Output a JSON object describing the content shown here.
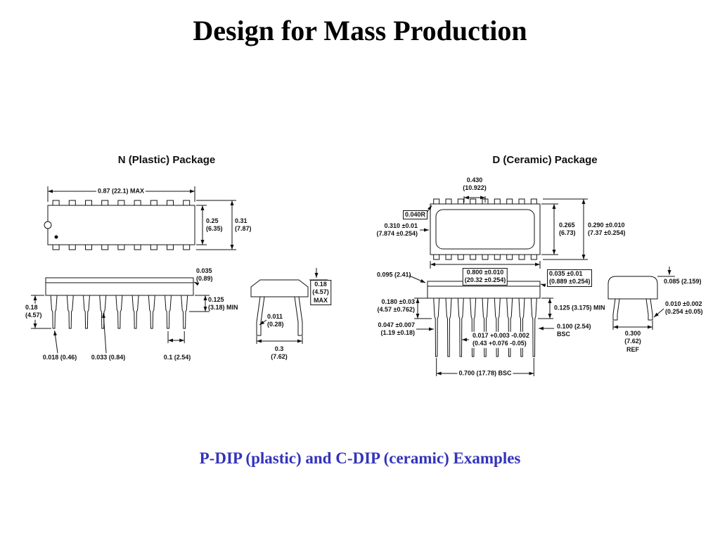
{
  "slide": {
    "title": "Design for Mass Production",
    "caption": "P-DIP (plastic) and C-DIP (ceramic) Examples",
    "caption_color": "#3333bb"
  },
  "diagram": {
    "n": {
      "heading": "N (Plastic) Package",
      "dim_top_width": "0.87 (22.1) MAX",
      "dim_body_height": "0.25\n(6.35)",
      "dim_overall_height": "0.31\n(7.87)",
      "dim_lead_length": "0.18\n(4.57)",
      "dim_lip": "0.035\n(0.89)",
      "dim_shoulder": "0.125\n(3.18) MIN",
      "dim_tip_width": "0.018 (0.46)",
      "dim_shoulder_width": "0.033 (0.84)",
      "dim_pitch": "0.1 (2.54)",
      "dim_end_height": "0.18\n(4.57)\nMAX",
      "dim_lead_thickness": "0.011\n(0.28)",
      "dim_row_spacing": "0.3\n(7.62)"
    },
    "d": {
      "heading": "D (Ceramic) Package",
      "dim_lid_width": "0.430\n(10.922)",
      "dim_corner_radius": "0.040R",
      "dim_body_width": "0.310 ±0.01\n(7.874 ±0.254)",
      "dim_body_height": "0.265\n(6.73)",
      "dim_overall_height": "0.290 ±0.010\n(7.37 ±0.254)",
      "dim_body_length": "0.800 ±0.010\n(20.32 ±0.254)",
      "dim_lip": "0.095 (2.41)",
      "dim_shoulder_len": "0.180 ±0.03\n(4.57 ±0.762)",
      "dim_lead_width": "0.047 ±0.007\n(1.19 ±0.18)",
      "dim_seal": "0.035 ±0.01\n(0.889 ±0.254)",
      "dim_standoff": "0.125 (3.175) MIN",
      "dim_pitch": "0.100 (2.54)\nBSC",
      "dim_lead_thickness": "0.017 +0.003 -0.002\n(0.43 +0.076 -0.05)",
      "dim_span": "0.700 (17.78) BSC",
      "dim_end_top": "0.085 (2.159)",
      "dim_end_lead": "0.010 ±0.002\n(0.254 ±0.05)",
      "dim_row_spacing": "0.300\n(7.62)\nREF"
    }
  }
}
